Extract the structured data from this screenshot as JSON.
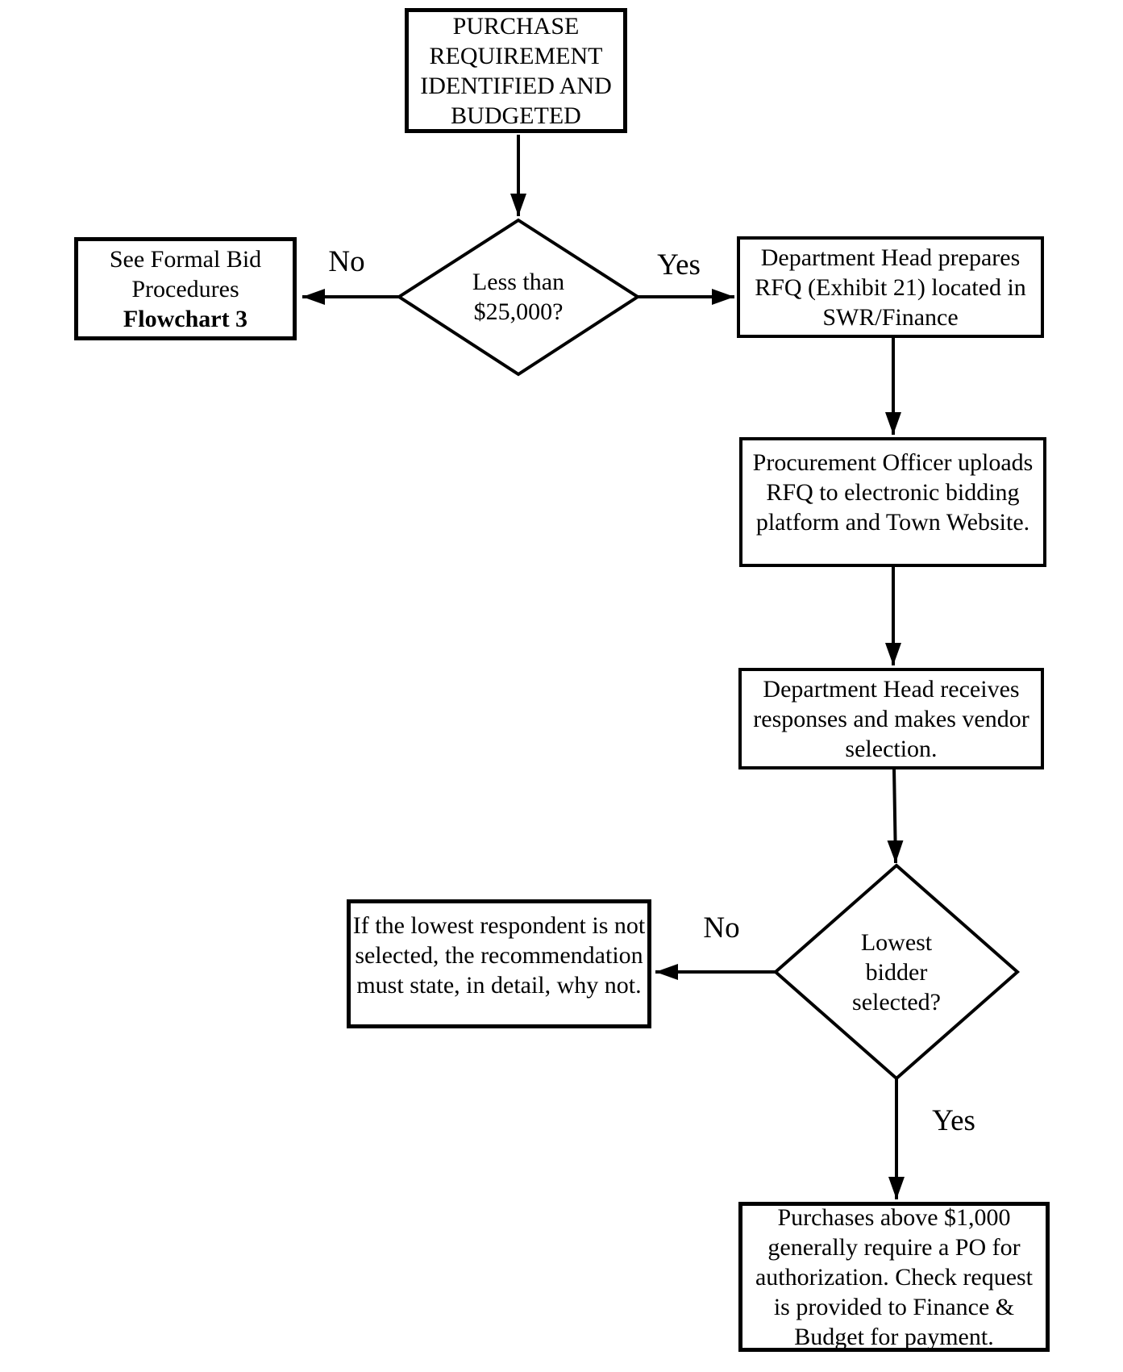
{
  "flowchart": {
    "nodes": {
      "start": {
        "text": "PURCHASE\nREQUIREMENT\nIDENTIFIED AND\nBUDGETED"
      },
      "decision_threshold": {
        "text": "Less than\n$25,000?"
      },
      "formal_bid": {
        "text": "See Formal Bid\nProcedures",
        "bold_text": "Flowchart 3"
      },
      "prepare_rfq": {
        "text": "Department Head prepares\nRFQ (Exhibit 21) located in\nSWR/Finance"
      },
      "upload_rfq": {
        "text": "Procurement Officer uploads\nRFQ to electronic bidding\nplatform and Town Website."
      },
      "vendor_selection": {
        "text": "Department Head receives\nresponses and makes vendor\nselection."
      },
      "decision_lowest_bidder": {
        "text": "Lowest\nbidder\nselected?"
      },
      "not_lowest_note": {
        "text": "If the lowest respondent is not\nselected, the recommendation\nmust state, in detail, why not."
      },
      "po_payment": {
        "text": "Purchases above $1,000\ngenerally require a PO for\nauthorization. Check request\nis provided to Finance &\nBudget for payment."
      }
    },
    "labels": {
      "threshold_no": "No",
      "threshold_yes": "Yes",
      "lowest_no": "No",
      "lowest_yes": "Yes"
    },
    "colors": {
      "line": "#000000",
      "background": "#ffffff",
      "text": "#000000"
    }
  }
}
